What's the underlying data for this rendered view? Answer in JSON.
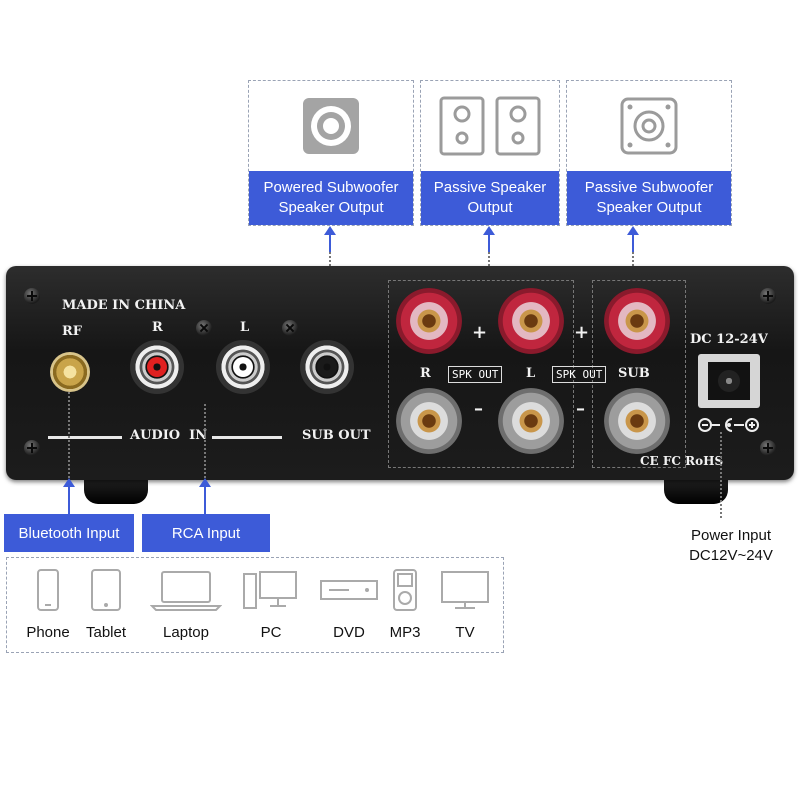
{
  "callouts": {
    "powered_sub": "Powered Subwoofer\nSpeaker Output",
    "passive_speaker": "Passive Speaker\nOutput",
    "passive_sub": "Passive Subwoofer\nSpeaker Output"
  },
  "panel": {
    "made_in": "MADE IN CHINA",
    "rf": "RF",
    "r": "R",
    "l": "L",
    "audio_in": "AUDIO  IN",
    "sub_out": "SUB OUT",
    "spk_r": "R",
    "spk_l": "L",
    "spk_sub": "SUB",
    "spk_out_1": "SPK OUT",
    "spk_out_2": "SPK OUT",
    "plus": "+",
    "minus": "–",
    "dc": "DC 12-24V",
    "cert": "CE FC RoHS"
  },
  "inputs": {
    "bluetooth": "Bluetooth Input",
    "rca": "RCA Input"
  },
  "power": {
    "line1": "Power Input",
    "line2": "DC12V~24V"
  },
  "devices": [
    {
      "name": "Phone",
      "icon": "phone-icon"
    },
    {
      "name": "Tablet",
      "icon": "tablet-icon"
    },
    {
      "name": "Laptop",
      "icon": "laptop-icon"
    },
    {
      "name": "PC",
      "icon": "pc-icon"
    },
    {
      "name": "DVD",
      "icon": "dvd-icon"
    },
    {
      "name": "MP3",
      "icon": "mp3-icon"
    },
    {
      "name": "TV",
      "icon": "tv-icon"
    }
  ],
  "colors": {
    "accent": "#3d5bd8",
    "panel": "#1c1c1c"
  }
}
